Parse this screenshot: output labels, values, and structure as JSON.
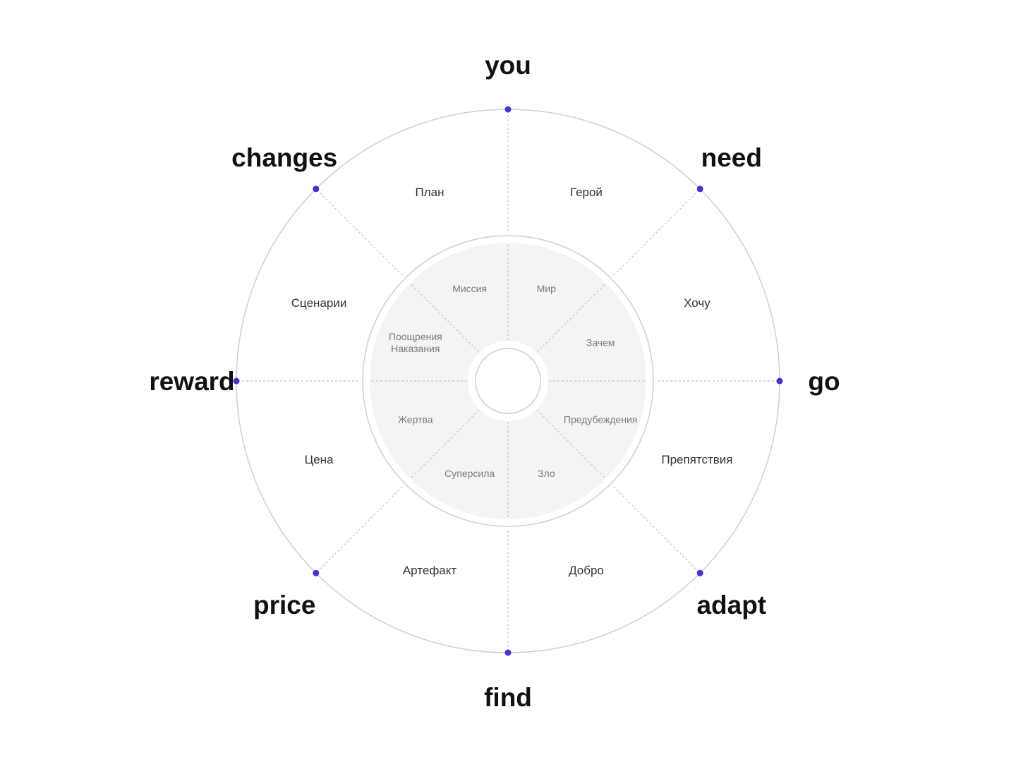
{
  "wheel": {
    "accent_color": "#3a36d8",
    "outer_labels": [
      "you",
      "need",
      "go",
      "adapt",
      "find",
      "price",
      "reward",
      "changes"
    ],
    "middle_labels": [
      "Герой",
      "Хочу",
      "Препятствия",
      "Добро",
      "Артефакт",
      "Цена",
      "Сценарии",
      "План"
    ],
    "inner_labels": [
      [
        "Мир"
      ],
      [
        "Зачем"
      ],
      [
        "Предубеждения"
      ],
      [
        "Зло"
      ],
      [
        "Суперсила"
      ],
      [
        "Жертва"
      ],
      [
        "Поощрения",
        "Наказания"
      ],
      [
        "Миссия"
      ]
    ]
  }
}
